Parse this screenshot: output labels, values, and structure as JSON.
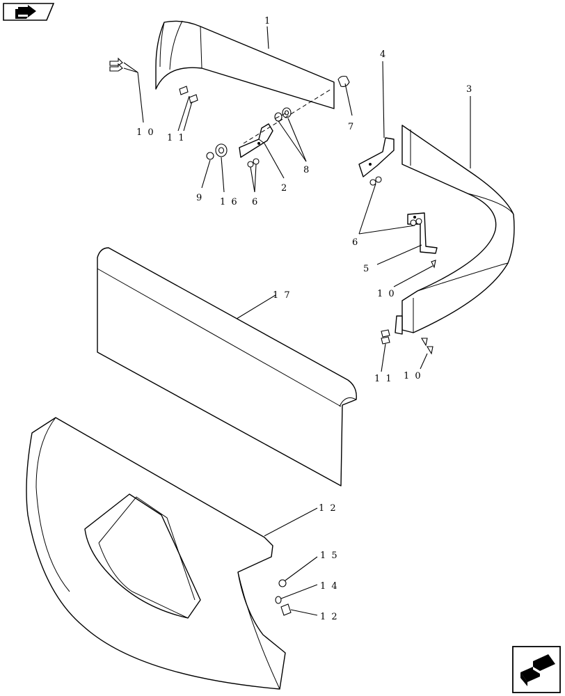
{
  "callouts": {
    "c1": "1",
    "c2": "2",
    "c3": "3",
    "c4": "4",
    "c5": "5",
    "c6a": "6",
    "c6b": "6",
    "c7": "7",
    "c8": "8",
    "c9": "9",
    "c10a": "1 0",
    "c10b": "1 0",
    "c10c": "1 0",
    "c11a": "1 1",
    "c11b": "1 1",
    "c12a": "1 2",
    "c12b": "1 2",
    "c14": "1 4",
    "c15": "1 5",
    "c16": "1 6",
    "c17": "1 7"
  },
  "icons": {
    "top_left": "previous-page-icon",
    "bottom_right": "next-page-icon"
  }
}
